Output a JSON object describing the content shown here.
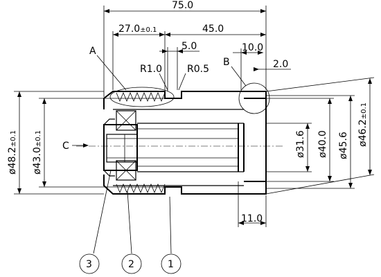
{
  "dimensions": {
    "total_length": "75.0",
    "len_27": "27.0",
    "tol_27": "±0.1",
    "len_45": "45.0",
    "len_5": "5.0",
    "len_10": "10.0",
    "len_2": "2.0",
    "len_11": "11.0",
    "r_1": "R1.0",
    "r_05": "R0.5",
    "dia_482": "ø48.2",
    "tol_482": "±0.1",
    "dia_430": "ø43.0",
    "tol_430": "±0.1",
    "dia_316": "ø31.6",
    "dia_400": "ø40.0",
    "dia_456": "ø45.6",
    "dia_462": "ø46.2",
    "tol_462": "±0.1"
  },
  "labels": {
    "detail_a": "A",
    "detail_b": "B",
    "view_c": "C"
  },
  "balloons": [
    "3",
    "2",
    "1"
  ]
}
